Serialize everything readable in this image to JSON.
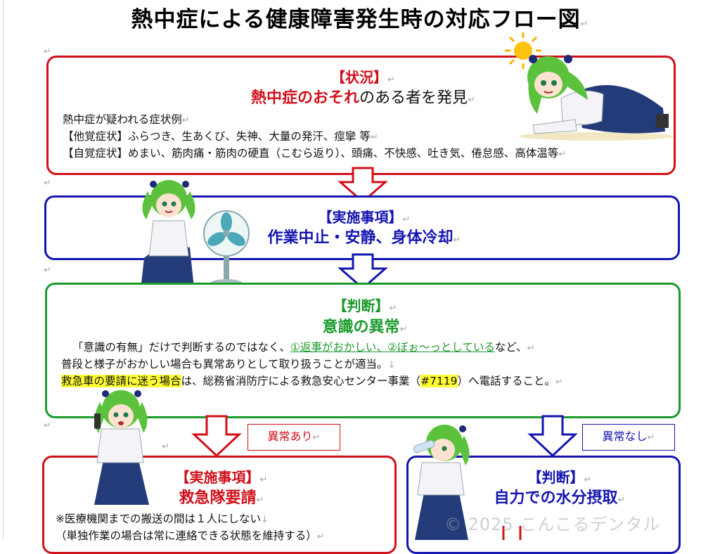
{
  "title": "熱中症による健康障害発生時の対応フロー図",
  "situation": {
    "heading": "【状況】",
    "main_red": "熱中症のおそれ",
    "main_rest": "のある者を発見",
    "lines": [
      "熱中症が疑われる症状例",
      "【他覚症状】ふらつき、生あくび、失神、大量の発汗、痙攣 等",
      "【自覚症状】めまい、筋肉痛・筋肉の硬直（こむら返り）、頭痛、不快感、吐き気、倦怠感、高体温等"
    ]
  },
  "action1": {
    "heading": "【実施事項】",
    "main": "作業中止・安静、身体冷却"
  },
  "judgment": {
    "heading": "【判断】",
    "main": "意識の異常",
    "line1_a": "「意識の有無」だけで判断するのではなく、",
    "line1_b": "①返事がおかしい",
    "line1_c": "、",
    "line1_d": "②ぼぉ～っとしている",
    "line1_e": "など、",
    "line2": "普段と様子がおかしい場合も異常ありとして取り扱うことが適当。",
    "line3_hl": "救急車の要請に迷う場合",
    "line3_a": "は、総務省消防庁による救急安心センター事業（",
    "line3_hl2": "#7119",
    "line3_b": "）へ電話すること。"
  },
  "branch_yes": {
    "label": "異常あり"
  },
  "branch_no": {
    "label": "異常なし"
  },
  "action2": {
    "heading": "【実施事項】",
    "main": "救急隊要請",
    "lines": [
      "※医療機関までの搬送の間は１人にしない",
      "（単独作業の場合は常に連絡できる状態を維持する）"
    ]
  },
  "judgment2": {
    "heading": "【判断】",
    "main": "自力での水分摂取"
  },
  "watermark": "© 2025 こんこるデンタル",
  "colors": {
    "red": "#d0101a",
    "blue": "#1515b0",
    "green": "#1b9a2c",
    "highlight": "#ffff33"
  },
  "icons": [
    "sun-icon",
    "electric-fan-icon",
    "paragraph-mark-icon",
    "down-arrow-icon"
  ]
}
